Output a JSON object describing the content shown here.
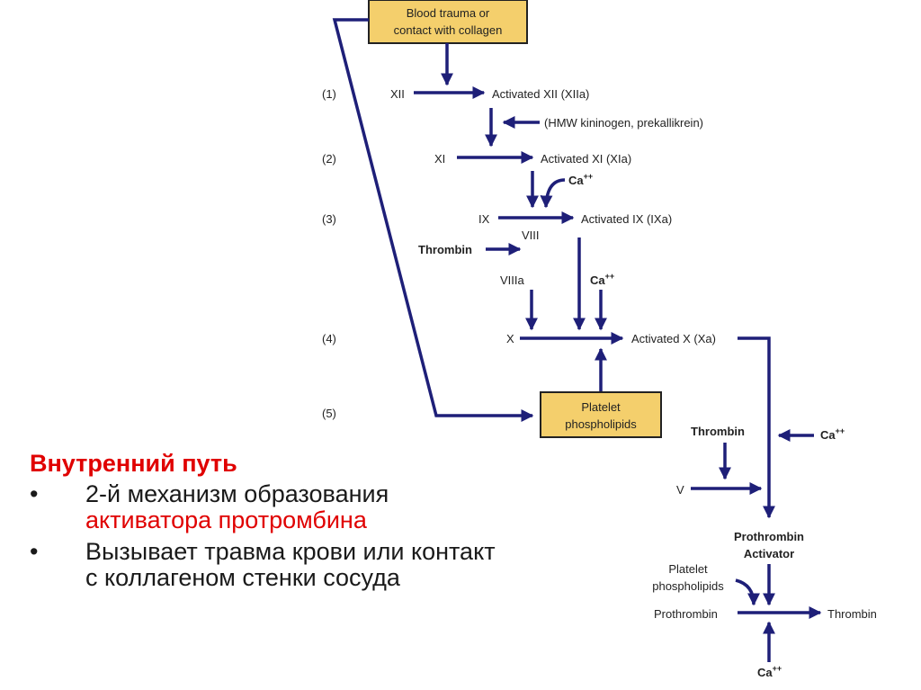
{
  "diagram": {
    "top_box": "Blood trauma or contact with collagen",
    "platelet_box": "Platelet phospholipids",
    "steps": [
      "(1)",
      "(2)",
      "(3)",
      "(4)",
      "(5)"
    ],
    "labels": {
      "xii": "XII",
      "xiia": "Activated XII (XIIa)",
      "hmw": "(HMW kininogen, prekallikrein)",
      "xi": "XI",
      "xia": "Activated XI (XIa)",
      "ca": "Ca",
      "ca_sup": "++",
      "ix": "IX",
      "ixa": "Activated IX (IXa)",
      "viii": "VIII",
      "thrombin": "Thrombin",
      "viiia": "VIIIa",
      "x": "X",
      "xa": "Activated X (Xa)",
      "v": "V",
      "prothrombin_activator": "Prothrombin Activator",
      "platelet_phospholipids": "Platelet phospholipids",
      "prothrombin": "Prothrombin"
    }
  },
  "text": {
    "heading": "Внутренний путь",
    "bullet_marker": "•",
    "bullet1_part1": "2-й механизм образования ",
    "bullet1_part2": "активатора протромбина",
    "bullet2": "Вызывает травма крови или контакт с коллагеном стенки сосуда"
  },
  "colors": {
    "arrow": "#1e1f78",
    "box_fill": "#f4cf6c",
    "heading": "#e00000"
  }
}
